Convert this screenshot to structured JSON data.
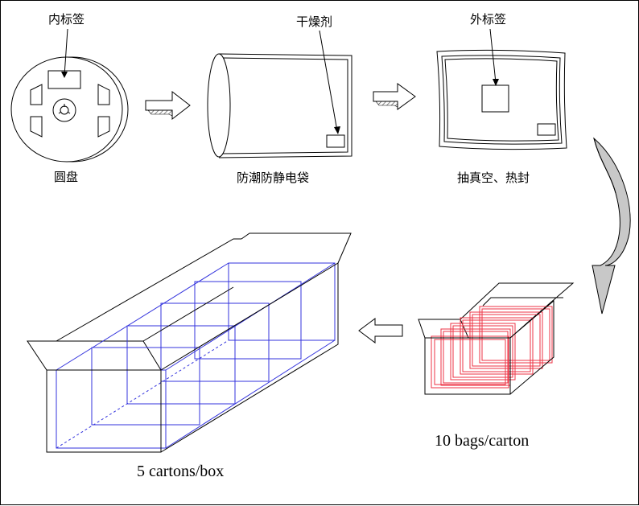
{
  "labels": {
    "inner_label": "内标签",
    "desiccant": "干燥剂",
    "outer_label": "外标签",
    "reel": "圆盘",
    "bag": "防潮防静电袋",
    "vacuum_seal": "抽真空、热封",
    "bags_per_carton": "10 bags/carton",
    "cartons_per_box": "5 cartons/box"
  },
  "colors": {
    "line": "#000000",
    "carton_blue": "#3333dd",
    "bag_red": "#ee3344",
    "curved_arrow_fill": "#c8c8c8",
    "arrow_hatch": "#555555"
  },
  "icons": {
    "step_arrow": "hollow-right-arrow",
    "return_arrow": "hollow-left-arrow",
    "turn_arrow": "curved-down-arrow"
  }
}
